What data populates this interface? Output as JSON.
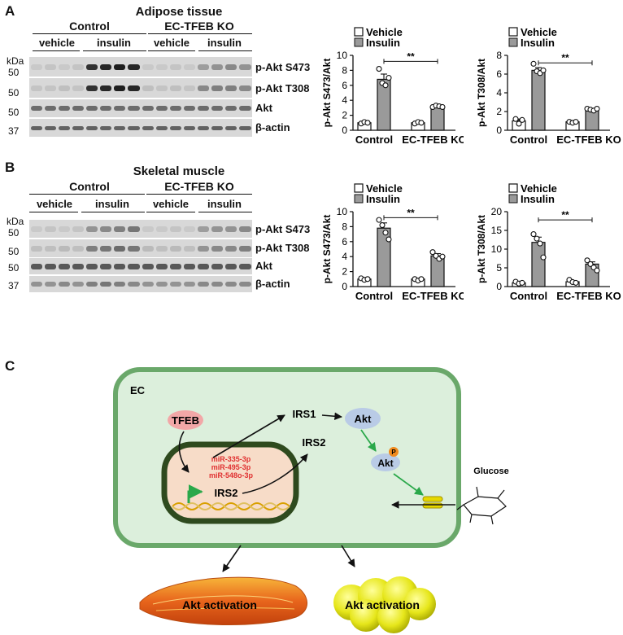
{
  "panelA": {
    "letter": "A",
    "title": "Adipose tissue",
    "groups": [
      "Control",
      "EC-TFEB KO"
    ],
    "treatments": [
      "vehicle",
      "insulin",
      "vehicle",
      "insulin"
    ],
    "kda_label": "kDa",
    "rows": [
      {
        "mw": "50",
        "label": "p-Akt S473"
      },
      {
        "mw": "50",
        "label": "p-Akt T308"
      },
      {
        "mw": "50",
        "label": "Akt"
      },
      {
        "mw": "37",
        "label": "β-actin"
      }
    ]
  },
  "panelB": {
    "letter": "B",
    "title": "Skeletal muscle",
    "groups": [
      "Control",
      "EC-TFEB KO"
    ],
    "treatments": [
      "vehicle",
      "insulin",
      "vehicle",
      "insulin"
    ],
    "kda_label": "kDa",
    "rows": [
      {
        "mw": "50",
        "label": "p-Akt S473"
      },
      {
        "mw": "50",
        "label": "p-Akt T308"
      },
      {
        "mw": "50",
        "label": "Akt"
      },
      {
        "mw": "37",
        "label": "β-actin"
      }
    ]
  },
  "panelC": {
    "letter": "C",
    "cell_label": "EC",
    "tfeb": "TFEB",
    "mirnas": [
      "miR-335-3p",
      "miR-495-3p",
      "miR-548o-3p"
    ],
    "irs2_nuc": "IRS2",
    "irs1": "IRS1",
    "irs2": "IRS2",
    "akt": "Akt",
    "akt_p": "Akt",
    "p_mark": "P",
    "glucose": "Glucose",
    "muscle_text": "Akt activation",
    "adipose_text": "Akt activation",
    "colors": {
      "cell_fill": "#dcefdc",
      "cell_border": "#6aa86a",
      "nucleus_fill": "#f7dcc8",
      "nucleus_border": "#2e4a1e",
      "tfeb": "#f2a7a7",
      "akt": "#b9cbe6",
      "mirna": "#e03030",
      "arrow_green": "#2aa84a"
    }
  },
  "legend": {
    "vehicle": "Vehicle",
    "insulin": "Insulin"
  },
  "sig": "**",
  "chart_data": [
    {
      "type": "bar",
      "ylabel": "p-Akt S473/Akt",
      "ylim": [
        0,
        10
      ],
      "yticks": [
        0,
        2,
        4,
        6,
        8,
        10
      ],
      "categories": [
        "Control",
        "EC-TFEB KO"
      ],
      "series": [
        {
          "name": "Vehicle",
          "values": [
            1.0,
            1.0
          ],
          "points": [
            [
              0.9,
              1.1,
              1.0
            ],
            [
              0.9,
              1.1,
              1.0
            ]
          ]
        },
        {
          "name": "Insulin",
          "values": [
            6.8,
            3.2
          ],
          "points": [
            [
              8.2,
              6.3,
              6.0,
              7.0
            ],
            [
              3.1,
              3.3,
              3.2,
              3.1
            ]
          ]
        }
      ],
      "error": [
        0.1,
        0.7,
        0.1,
        0.1
      ],
      "sig_y": 9.2
    },
    {
      "type": "bar",
      "ylabel": "p-Akt T308/Akt",
      "ylim": [
        0,
        8
      ],
      "yticks": [
        0,
        2,
        4,
        6,
        8
      ],
      "categories": [
        "Control",
        "EC-TFEB KO"
      ],
      "series": [
        {
          "name": "Vehicle",
          "values": [
            1.0,
            0.9
          ],
          "points": [
            [
              1.2,
              0.7,
              1.1
            ],
            [
              0.9,
              0.8,
              0.9
            ]
          ]
        },
        {
          "name": "Insulin",
          "values": [
            6.4,
            2.2
          ],
          "points": [
            [
              7.1,
              6.3,
              6.1,
              6.4
            ],
            [
              2.3,
              2.2,
              2.1,
              2.3
            ]
          ]
        }
      ],
      "error": [
        0.2,
        0.3,
        0.05,
        0.1
      ],
      "sig_y": 7.2
    },
    {
      "type": "bar",
      "ylabel": "p-Akt S473/Akt",
      "ylim": [
        0,
        10
      ],
      "yticks": [
        0,
        2,
        4,
        6,
        8,
        10
      ],
      "categories": [
        "Control",
        "EC-TFEB KO"
      ],
      "series": [
        {
          "name": "Vehicle",
          "values": [
            1.0,
            1.0
          ],
          "points": [
            [
              1.1,
              0.9,
              1.0
            ],
            [
              1.0,
              0.8,
              1.0
            ]
          ]
        },
        {
          "name": "Insulin",
          "values": [
            7.8,
            4.1
          ],
          "points": [
            [
              8.9,
              8.2,
              7.2,
              6.3
            ],
            [
              4.6,
              4.1,
              3.7,
              4.0
            ]
          ]
        }
      ],
      "error": [
        0.1,
        0.7,
        0.1,
        0.3
      ],
      "sig_y": 9.2
    },
    {
      "type": "bar",
      "ylabel": "p-Akt T308/Akt",
      "ylim": [
        0,
        20
      ],
      "yticks": [
        0,
        5,
        10,
        15,
        20
      ],
      "categories": [
        "Control",
        "EC-TFEB KO"
      ],
      "series": [
        {
          "name": "Vehicle",
          "values": [
            1.0,
            1.3
          ],
          "points": [
            [
              1.3,
              0.8,
              1.0
            ],
            [
              1.8,
              1.2,
              1.0
            ]
          ]
        },
        {
          "name": "Insulin",
          "values": [
            11.8,
            6.0
          ],
          "points": [
            [
              14.0,
              12.8,
              11.5,
              7.8
            ],
            [
              7.0,
              6.0,
              5.1,
              4.3
            ]
          ]
        }
      ],
      "error": [
        0.2,
        1.4,
        0.2,
        0.6
      ],
      "sig_y": 17.8
    }
  ]
}
